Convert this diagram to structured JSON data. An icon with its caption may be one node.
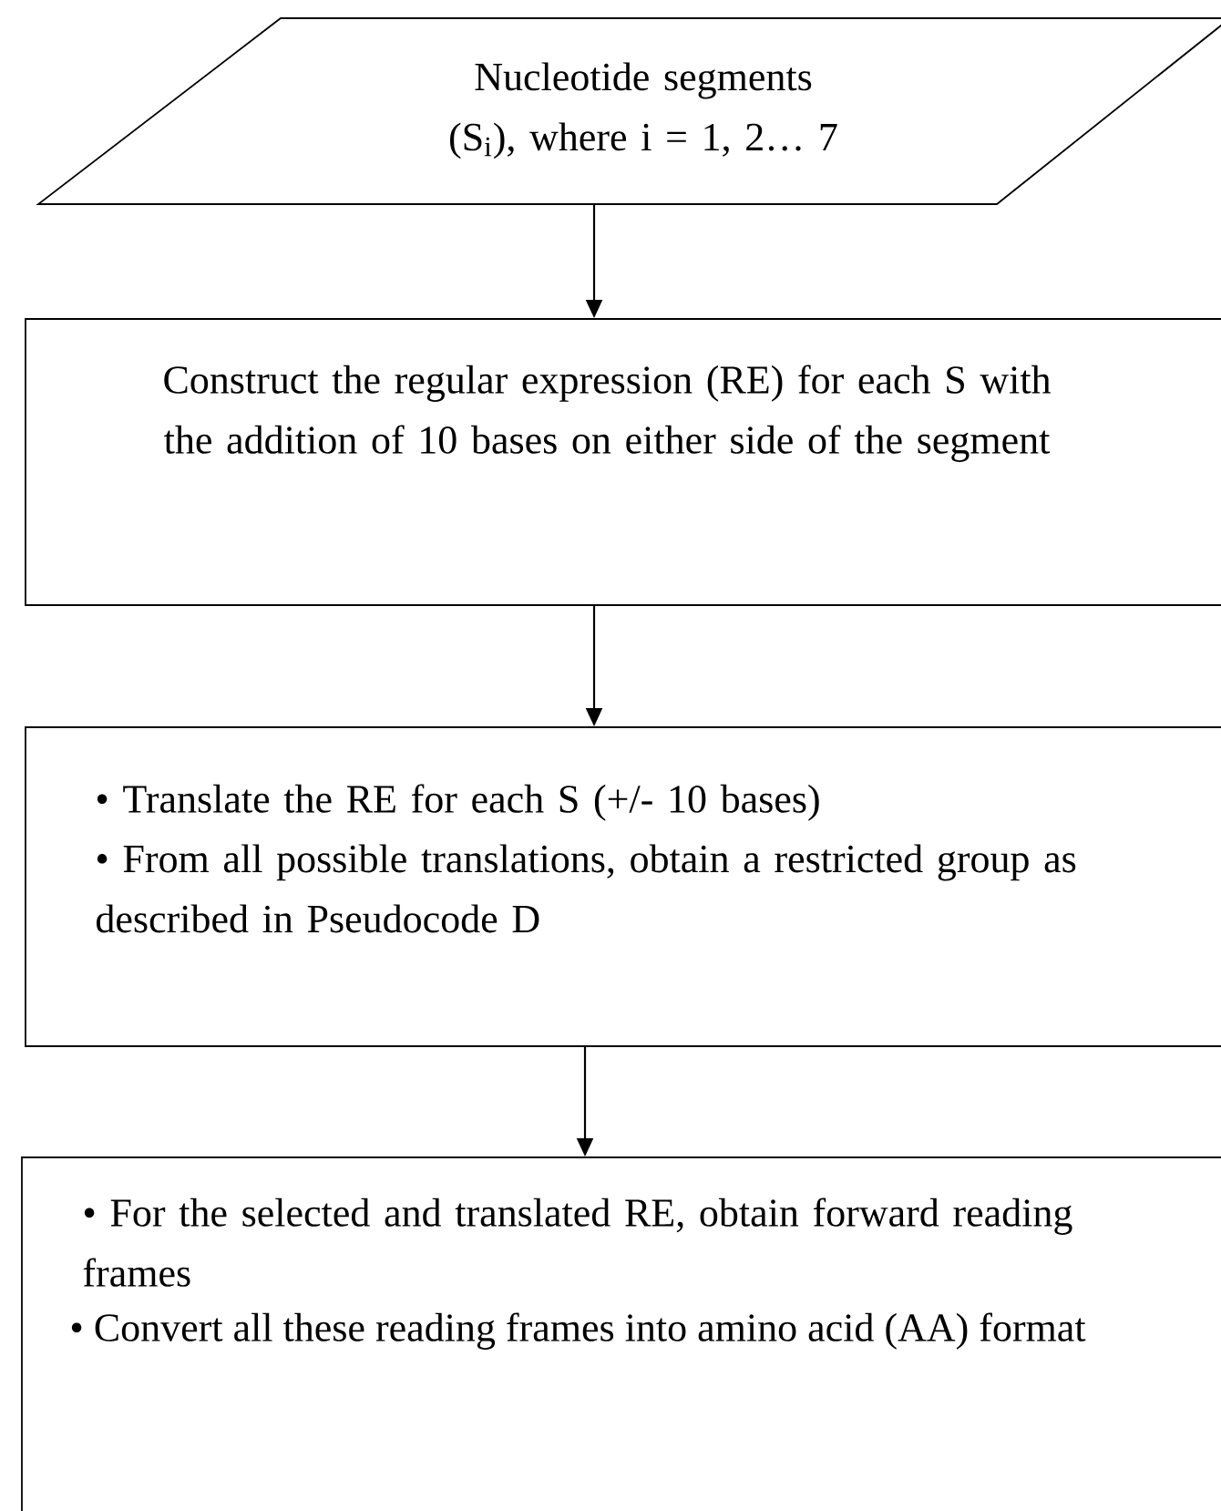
{
  "diagram": {
    "nodes": [
      {
        "text": [
          "Nucleotide segments (S$_{i}$), where i = 1, 2… 7"
        ]
      },
      {
        "text": [
          "Construct the regular expression (RE) for each S with the addition of 10 bases on either side of the segment"
        ]
      },
      {
        "text": [
          "• Translate the RE for each S (+/- 10 bases)",
          "• From all possible translations, obtain a restricted group as described in Pseudocode D"
        ]
      },
      {
        "text": [
          "• For the selected and translated RE, obtain forward reading frames",
          "• Convert all these reading frames into amino acid (AA) format"
        ]
      }
    ],
    "edges": [
      {
        "from": 0,
        "to": 1,
        "arrow": "to"
      },
      {
        "from": 1,
        "to": 2,
        "arrow": "to"
      },
      {
        "from": 2,
        "to": 3,
        "arrow": "to"
      }
    ]
  }
}
